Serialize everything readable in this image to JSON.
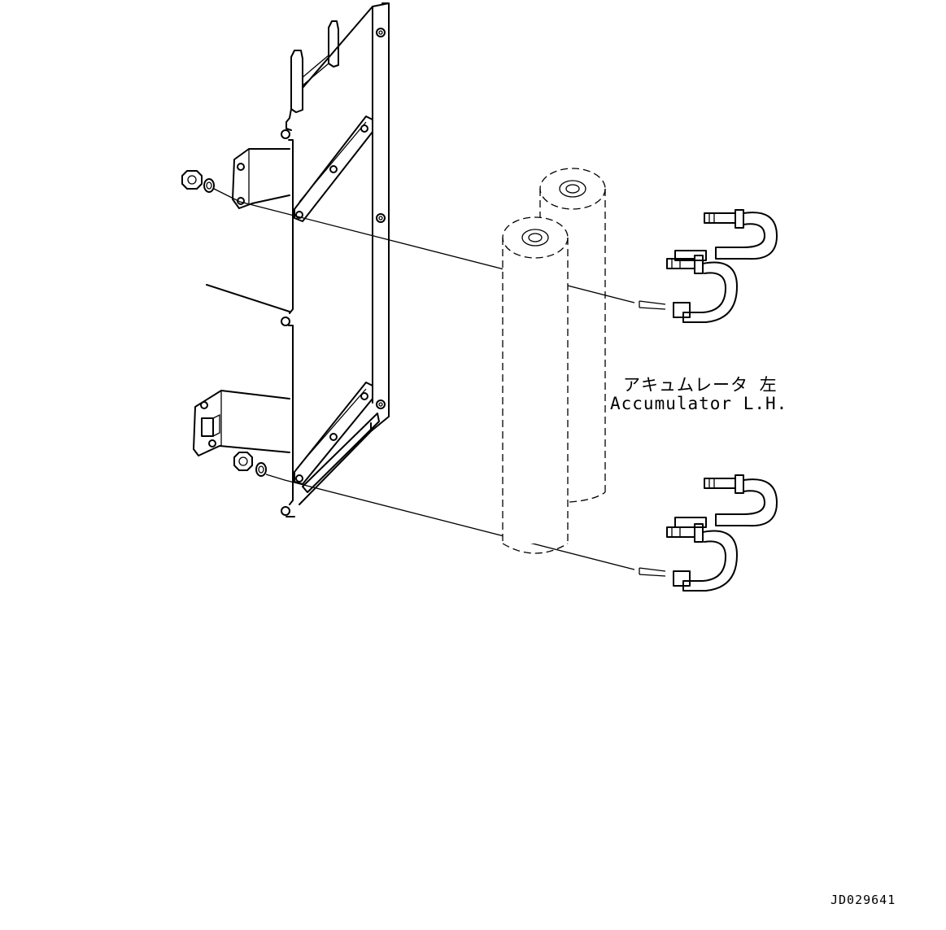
{
  "part_label": {
    "japanese": "アキュムレータ 左",
    "english": "Accumulator L.H."
  },
  "drawing_number": "JD029641",
  "colors": {
    "line": "#000000",
    "background": "#ffffff"
  }
}
